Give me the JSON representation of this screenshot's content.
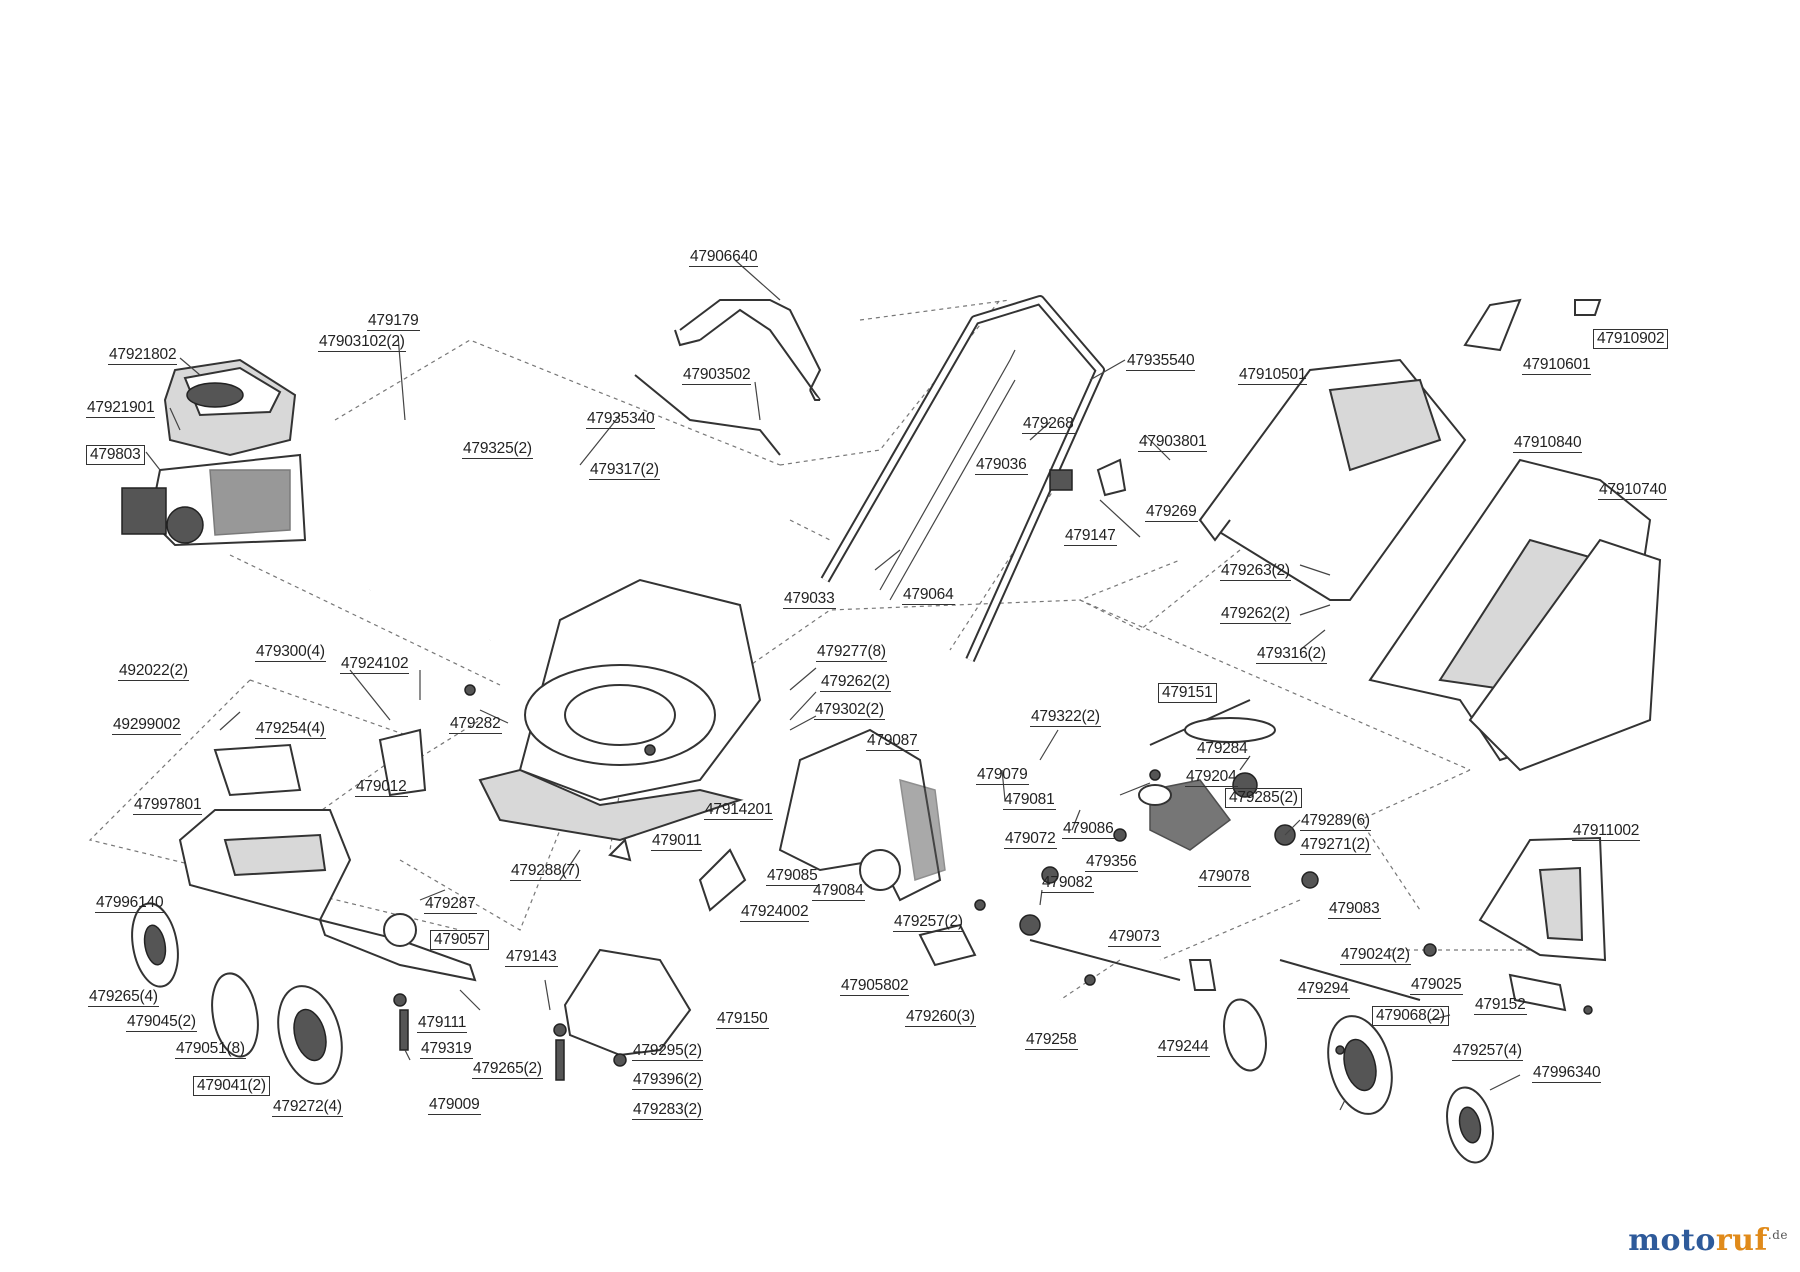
{
  "parts": {
    "p47906640": "47906640",
    "p47903502": "47903502",
    "p479179": "479179",
    "p47903102": "47903102(2)",
    "p47921802": "47921802",
    "p47921901": "47921901",
    "p479803": "479803",
    "p479325": "479325(2)",
    "p47935340": "47935340",
    "p479317": "479317(2)",
    "p47935540": "47935540",
    "p479268": "479268",
    "p479036": "479036",
    "p47903801": "47903801",
    "p479269": "479269",
    "p479147": "479147",
    "p479033": "479033",
    "p479064": "479064",
    "p47910501": "47910501",
    "p47910601": "47910601",
    "p47910902": "47910902",
    "p47910840": "47910840",
    "p47910740": "47910740",
    "p479263": "479263(2)",
    "p479262a": "479262(2)",
    "p479316": "479316(2)",
    "p492022": "492022(2)",
    "p479300": "479300(4)",
    "p47924102": "47924102",
    "p49299002": "49299002",
    "p479254": "479254(4)",
    "p479282": "479282",
    "p479277": "479277(8)",
    "p479262b": "479262(2)",
    "p479302": "479302(2)",
    "p479087": "479087",
    "p479151": "479151",
    "p479322": "479322(2)",
    "p479284": "479284",
    "p479079": "479079",
    "p479204": "479204",
    "p479081": "479081",
    "p479285": "479285(2)",
    "p479012": "479012",
    "p47914201": "47914201",
    "p47997801": "47997801",
    "p479072": "479072",
    "p479086": "479086",
    "p479289": "479289(6)",
    "p479271": "479271(2)",
    "p479356": "479356",
    "p479288": "479288(7)",
    "p479011": "479011",
    "p479085": "479085",
    "p479082": "479082",
    "p479078": "479078",
    "p47911002": "47911002",
    "p479287": "479287",
    "p479084": "479084",
    "p47924002": "47924002",
    "p479083": "479083",
    "p47996140": "47996140",
    "p479057": "479057",
    "p479143": "479143",
    "p479257a": "479257(2)",
    "p479073": "479073",
    "p479024": "479024(2)",
    "p479265a": "479265(4)",
    "p47905802": "47905802",
    "p479025": "479025",
    "p479045": "479045(2)",
    "p479150": "479150",
    "p479294": "479294",
    "p479152": "479152",
    "p479111": "479111",
    "p479260": "479260(3)",
    "p479068": "479068(2)",
    "p479051": "479051(8)",
    "p479319": "479319",
    "p479258": "479258",
    "p479295": "479295(2)",
    "p479244": "479244",
    "p479257b": "479257(4)",
    "p479041": "479041(2)",
    "p479265b": "479265(2)",
    "p479396": "479396(2)",
    "p47996340": "47996340",
    "p479272": "479272(4)",
    "p479009": "479009",
    "p479283": "479283(2)"
  },
  "brand": {
    "name_a": "moto",
    "name_b": "ruf",
    "tld": ".de"
  }
}
